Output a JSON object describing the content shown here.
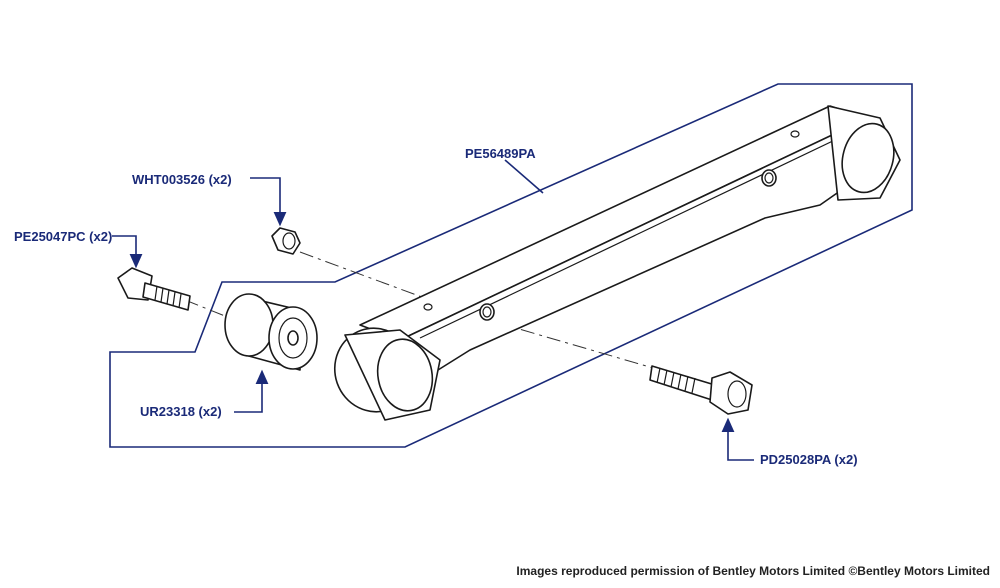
{
  "callouts": {
    "wht003526": "WHT003526 (x2)",
    "pe25047pc": "PE25047PC (x2)",
    "ur23318": "UR23318 (x2)",
    "pe56489pa": "PE56489PA",
    "pd25028pa": "PD25028PA (x2)"
  },
  "credit": "Images reproduced permission of Bentley Motors Limited ©Bentley Motors Limited",
  "colors": {
    "callout": "#1a2a78",
    "line": "#1a1a1a"
  },
  "icons": {
    "arrow": "arrow-up-icon",
    "arrow_down": "arrow-down-icon"
  }
}
